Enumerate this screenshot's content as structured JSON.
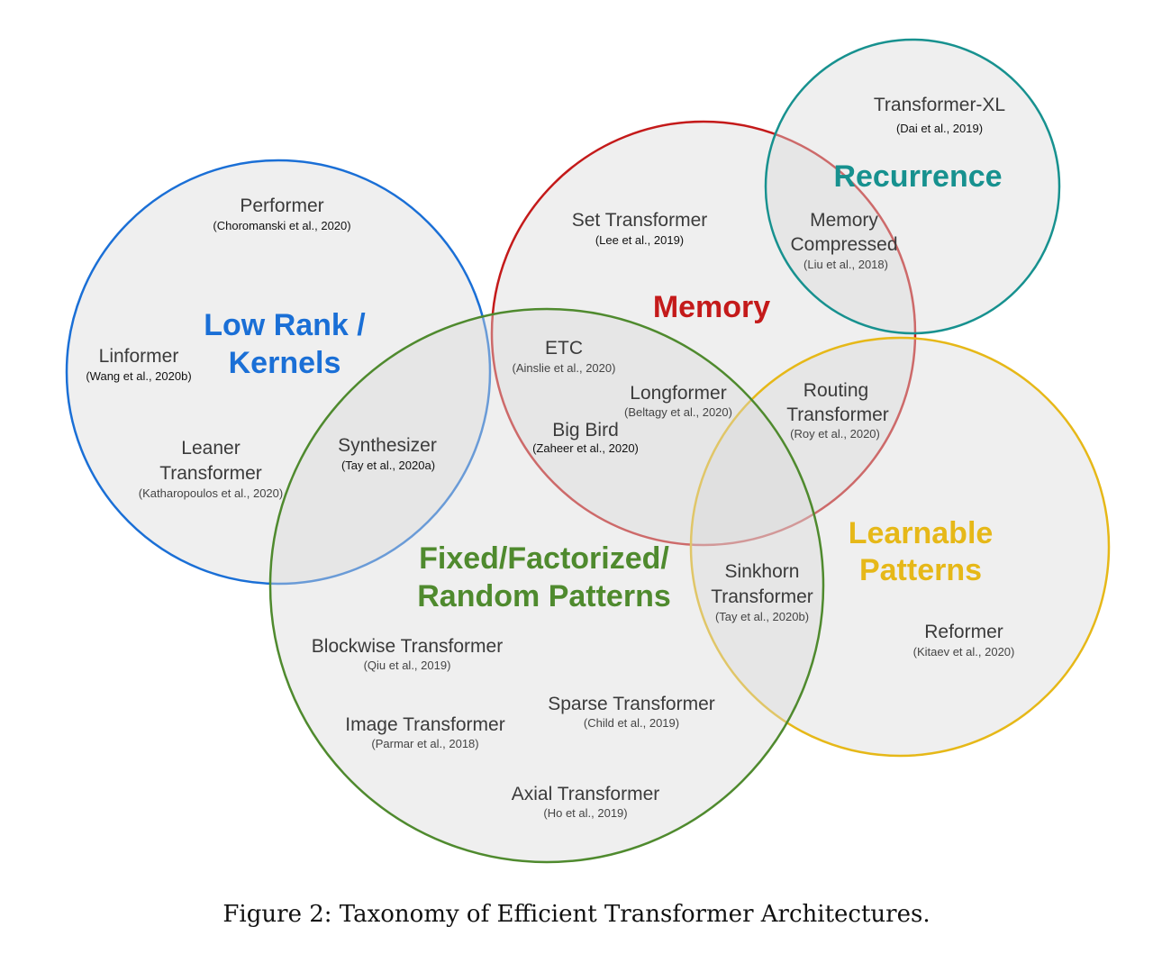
{
  "caption": "Figure 2: Taxonomy of Efficient Transformer Architectures.",
  "colors": {
    "low_rank": "#1a6fd6",
    "memory": "#c41a1a",
    "recurrence": "#17918f",
    "learnable": "#e6b818",
    "fixed": "#4f8a2e"
  },
  "categories": {
    "low_rank": {
      "line1": "Low Rank /",
      "line2": "Kernels"
    },
    "memory": {
      "line1": "Memory"
    },
    "recurrence": {
      "line1": "Recurrence"
    },
    "learnable": {
      "line1": "Learnable",
      "line2": "Patterns"
    },
    "fixed": {
      "line1": "Fixed/Factorized/",
      "line2": "Random Patterns"
    }
  },
  "models": {
    "transformer_xl": {
      "name": "Transformer-XL",
      "cite": "(Dai et al., 2019)"
    },
    "performer": {
      "name": "Performer",
      "cite": "(Choromanski et al., 2020)"
    },
    "set_transformer": {
      "name": "Set Transformer",
      "cite": "(Lee et al., 2019)"
    },
    "memory_compressed": {
      "name1": "Memory",
      "name2": "Compressed",
      "cite": "(Liu et al., 2018)"
    },
    "linformer": {
      "name": "Linformer",
      "cite": "(Wang et al., 2020b)"
    },
    "etc": {
      "name": "ETC",
      "cite": "(Ainslie et al., 2020)"
    },
    "longformer": {
      "name": "Longformer",
      "cite": "(Beltagy et al., 2020)"
    },
    "routing": {
      "name1": "Routing",
      "name2": "Transformer",
      "cite": "(Roy et al., 2020)"
    },
    "big_bird": {
      "name": "Big Bird",
      "cite": "(Zaheer et al., 2020)"
    },
    "leaner": {
      "name1": "Leaner",
      "name2": "Transformer",
      "cite": "(Katharopoulos et al., 2020)"
    },
    "synthesizer": {
      "name": "Synthesizer",
      "cite": "(Tay et al., 2020a)"
    },
    "sinkhorn": {
      "name1": "Sinkhorn",
      "name2": "Transformer",
      "cite": "(Tay et al., 2020b)"
    },
    "reformer": {
      "name": "Reformer",
      "cite": "(Kitaev et al., 2020)"
    },
    "blockwise": {
      "name": "Blockwise Transformer",
      "cite": "(Qiu et al., 2019)"
    },
    "sparse": {
      "name": "Sparse Transformer",
      "cite": "(Child et al., 2019)"
    },
    "image": {
      "name": "Image Transformer",
      "cite": "(Parmar et al., 2018)"
    },
    "axial": {
      "name": "Axial Transformer",
      "cite": "(Ho et al., 2019)"
    }
  }
}
